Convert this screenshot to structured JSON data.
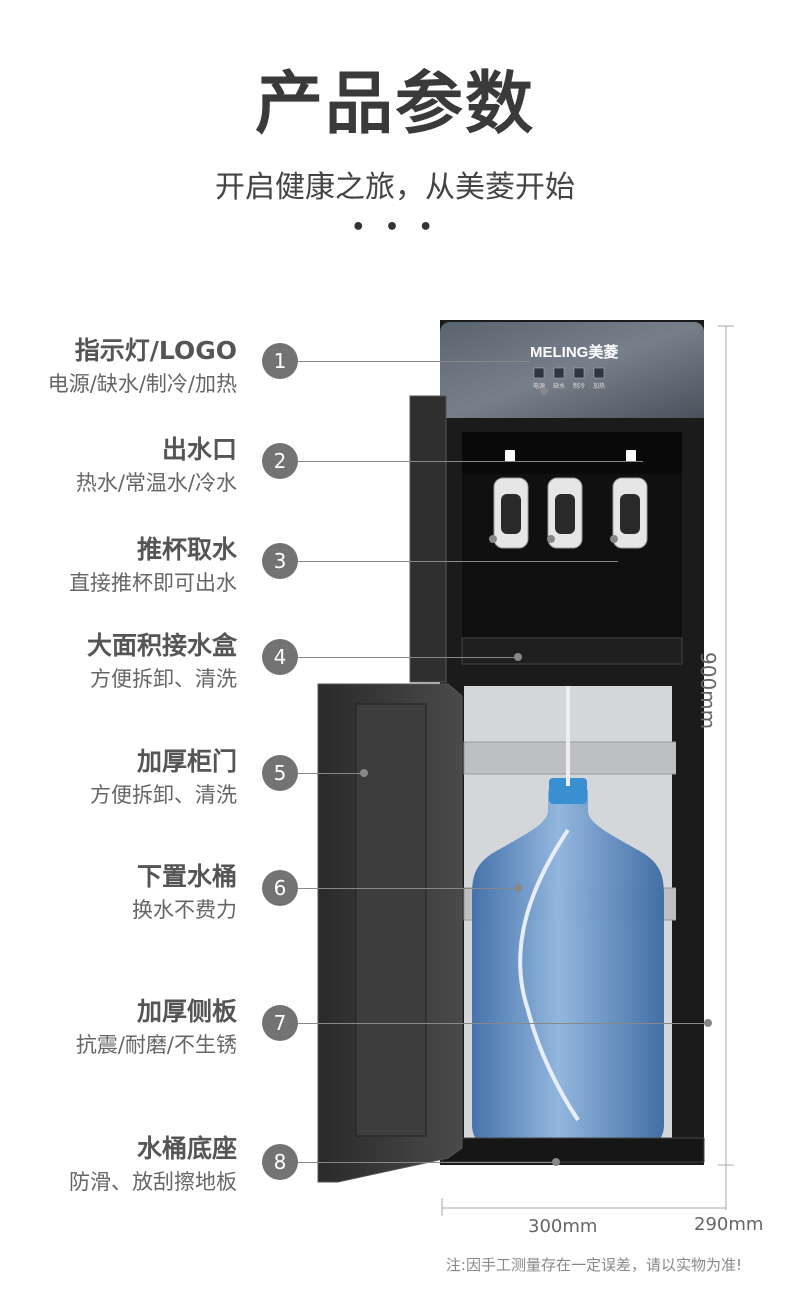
{
  "header": {
    "title": "产品参数",
    "subtitle": "开启健康之旅，从美菱开始",
    "dots": "• • •"
  },
  "brand": {
    "logo_text": "MELING美菱"
  },
  "panel_labels": [
    "电源",
    "缺水",
    "制冷",
    "加热"
  ],
  "features": [
    {
      "num": "1",
      "name": "指示灯/LOGO",
      "desc": "电源/缺水/制冷/加热"
    },
    {
      "num": "2",
      "name": "出水口",
      "desc": "热水/常温水/冷水"
    },
    {
      "num": "3",
      "name": "推杯取水",
      "desc": "直接推杯即可出水"
    },
    {
      "num": "4",
      "name": "大面积接水盒",
      "desc": "方便拆卸、清洗"
    },
    {
      "num": "5",
      "name": "加厚柜门",
      "desc": "方便拆卸、清洗"
    },
    {
      "num": "6",
      "name": "下置水桶",
      "desc": "换水不费力"
    },
    {
      "num": "7",
      "name": "加厚侧板",
      "desc": "抗震/耐磨/不生锈"
    },
    {
      "num": "8",
      "name": "水桶底座",
      "desc": "防滑、放刮擦地板"
    }
  ],
  "dimensions": {
    "height": "900mm",
    "width": "300mm",
    "depth": "290mm"
  },
  "note": "注:因手工测量存在一定误差，请以实物为准!",
  "colors": {
    "accent_gray": "#737373",
    "bottle_blue": "#4a7fbf",
    "cap_blue": "#3a8fd0",
    "body_dark": "#1b1b1b"
  }
}
